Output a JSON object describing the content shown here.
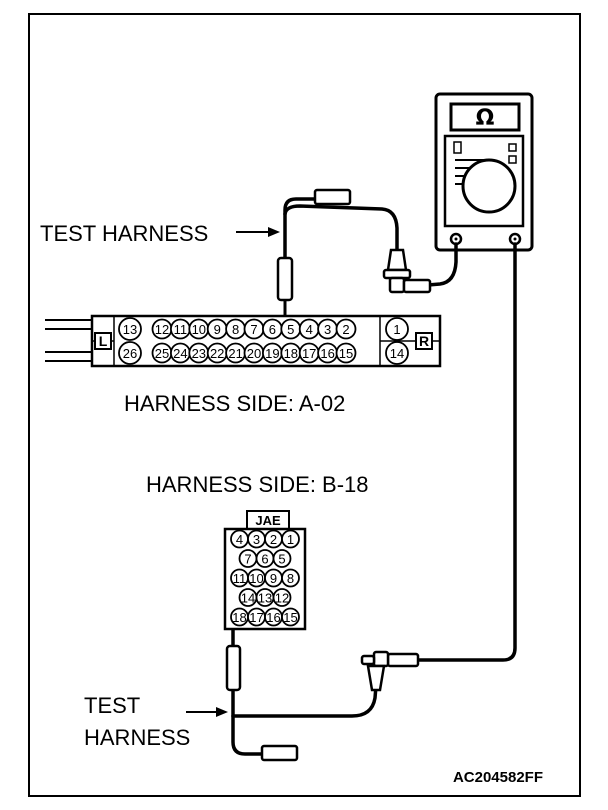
{
  "labels": {
    "test_harness_top": "TEST HARNESS",
    "harness_side_a": "HARNESS SIDE: A-02",
    "harness_side_b": "HARNESS SIDE: B-18",
    "test_harness_bottom_line1": "TEST",
    "test_harness_bottom_line2": "HARNESS",
    "figure_code": "AC204582FF"
  },
  "meter": {
    "symbol": "Ω",
    "icon": "ohmmeter-icon"
  },
  "connector_a": {
    "left_marker": "L",
    "right_marker": "R",
    "top_pins": [
      "13",
      "12",
      "11",
      "10",
      "9",
      "8",
      "7",
      "6",
      "5",
      "4",
      "3",
      "2",
      "1"
    ],
    "bottom_pins": [
      "26",
      "25",
      "24",
      "23",
      "22",
      "21",
      "20",
      "19",
      "18",
      "17",
      "16",
      "15",
      "14"
    ]
  },
  "connector_b": {
    "brand": "JAE",
    "rows": [
      [
        "4",
        "3",
        "2",
        "1"
      ],
      [
        "7",
        "6",
        "5"
      ],
      [
        "11",
        "10",
        "9",
        "8"
      ],
      [
        "14",
        "13",
        "12"
      ],
      [
        "18",
        "17",
        "16",
        "15"
      ]
    ]
  }
}
